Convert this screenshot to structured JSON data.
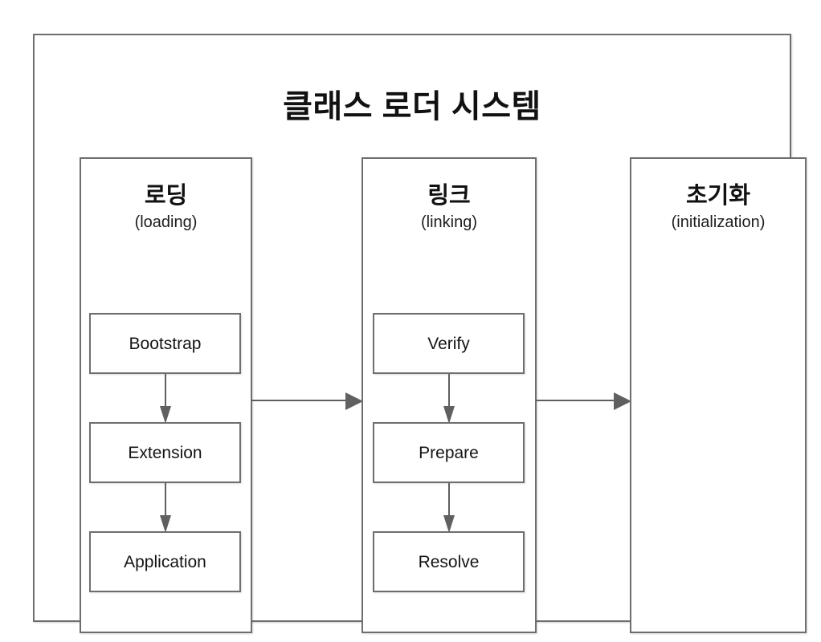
{
  "diagram": {
    "title": "클래스 로더 시스템",
    "phases": [
      {
        "id": "loading",
        "name_ko": "로딩",
        "name_en": "(loading)",
        "steps": [
          {
            "label": "Bootstrap"
          },
          {
            "label": "Extension"
          },
          {
            "label": "Application"
          }
        ]
      },
      {
        "id": "linking",
        "name_ko": "링크",
        "name_en": "(linking)",
        "steps": [
          {
            "label": "Verify"
          },
          {
            "label": "Prepare"
          },
          {
            "label": "Resolve"
          }
        ]
      },
      {
        "id": "initialization",
        "name_ko": "초기화",
        "name_en": "(initialization)",
        "steps": []
      }
    ],
    "connectors": {
      "loading_to_linking": "arrow-right",
      "linking_to_initialization": "arrow-right",
      "loading_internal": [
        "arrow-down",
        "arrow-down"
      ],
      "linking_internal": [
        "arrow-down",
        "arrow-down"
      ]
    },
    "colors": {
      "border": "#6e6e6e",
      "arrow": "#606060",
      "text": "#111111",
      "background": "#ffffff"
    }
  }
}
